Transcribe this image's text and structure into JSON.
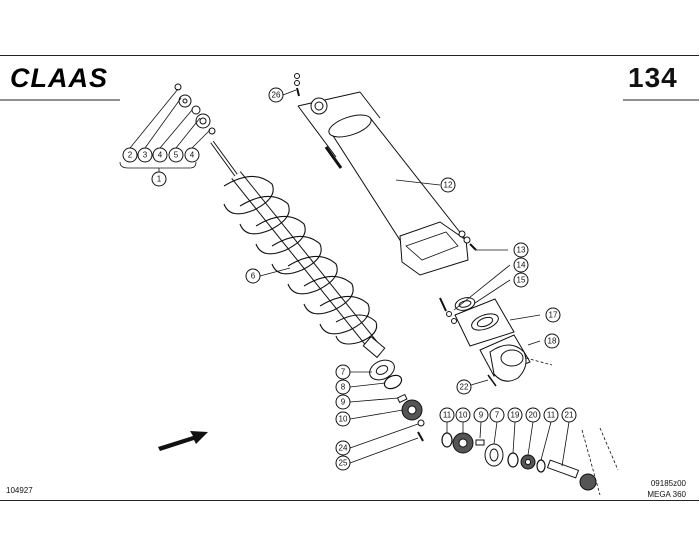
{
  "header": {
    "brand_logo": "CLAAS",
    "page_number": "134"
  },
  "footer": {
    "document_id": "104927",
    "figure_id": "09185z00",
    "model": "MEGA 360"
  },
  "callouts": [
    {
      "label": "2"
    },
    {
      "label": "3"
    },
    {
      "label": "4"
    },
    {
      "label": "5"
    },
    {
      "label": "4"
    },
    {
      "label": "1"
    },
    {
      "label": "6"
    },
    {
      "label": "26"
    },
    {
      "label": "12"
    },
    {
      "label": "13"
    },
    {
      "label": "14"
    },
    {
      "label": "15"
    },
    {
      "label": "17"
    },
    {
      "label": "18"
    },
    {
      "label": "22"
    },
    {
      "label": "7"
    },
    {
      "label": "8"
    },
    {
      "label": "9"
    },
    {
      "label": "10"
    },
    {
      "label": "24"
    },
    {
      "label": "25"
    },
    {
      "label": "11"
    },
    {
      "label": "10"
    },
    {
      "label": "9"
    },
    {
      "label": "7"
    },
    {
      "label": "19"
    },
    {
      "label": "20"
    },
    {
      "label": "11"
    },
    {
      "label": "21"
    }
  ],
  "icons": {
    "direction_arrow": "arrow-right-icon"
  }
}
